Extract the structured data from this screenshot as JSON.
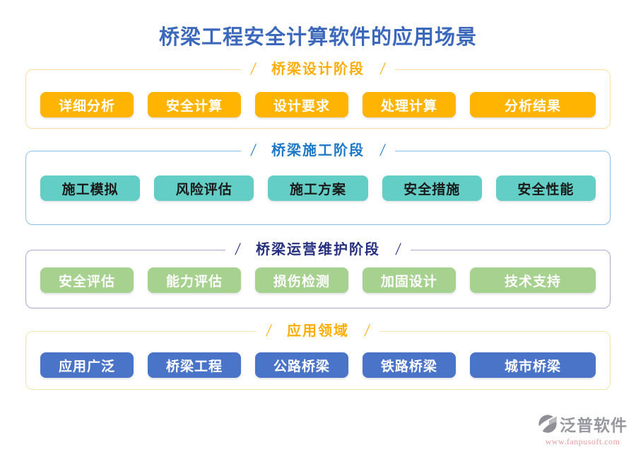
{
  "page": {
    "title": "桥梁工程安全计算软件的应用场景",
    "title_color": "#3C68BC"
  },
  "decor": {
    "slash": "/"
  },
  "sections": [
    {
      "header": "桥梁设计阶段",
      "items": [
        "详细分析",
        "安全计算",
        "设计要求",
        "处理计算",
        "分析结果"
      ],
      "palette": {
        "header_text": "#FFAD02",
        "box_border": "#FFDFA0",
        "button_bg": "#FFB401",
        "button_text": "#FFFFFF"
      }
    },
    {
      "header": "桥梁施工阶段",
      "items": [
        "施工模拟",
        "风险评估",
        "施工方案",
        "安全措施",
        "安全性能"
      ],
      "palette": {
        "header_text": "#1E78C8",
        "box_border": "#8CC0EA",
        "button_bg": "#63CEC5",
        "button_text": "#1A1A1A"
      }
    },
    {
      "header": "桥梁运营维护阶段",
      "items": [
        "安全评估",
        "能力评估",
        "损伤检测",
        "加固设计",
        "技术支持"
      ],
      "palette": {
        "header_text": "#262F80",
        "box_border": "#ABA9CE",
        "button_bg": "#A6D18E",
        "button_text": "#FFFFFF"
      }
    },
    {
      "header": "应用领域",
      "items": [
        "应用广泛",
        "桥梁工程",
        "公路桥梁",
        "铁路桥梁",
        "城市桥梁"
      ],
      "palette": {
        "header_text": "#FFAD02",
        "box_border": "#F3E5AC",
        "button_bg": "#4A74C8",
        "button_text": "#FFFFFF"
      }
    }
  ],
  "watermark": {
    "brand": "泛普软件",
    "website": "www.fanpusoft.com"
  }
}
